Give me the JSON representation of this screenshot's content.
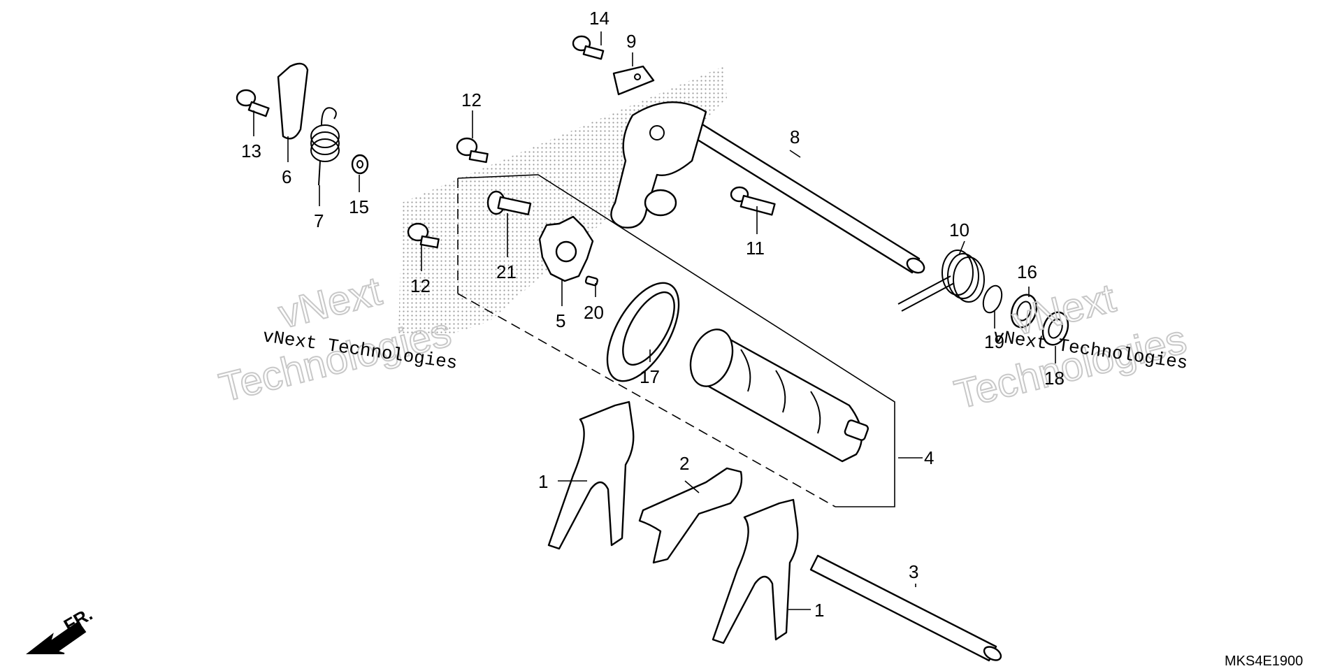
{
  "callouts": {
    "c1a": "1",
    "c1b": "1",
    "c2": "2",
    "c3": "3",
    "c4": "4",
    "c5": "5",
    "c6": "6",
    "c7": "7",
    "c8": "8",
    "c9": "9",
    "c10": "10",
    "c11": "11",
    "c12a": "12",
    "c12b": "12",
    "c13": "13",
    "c14": "14",
    "c15": "15",
    "c16": "16",
    "c17": "17",
    "c18": "18",
    "c19": "19",
    "c20": "20",
    "c21": "21"
  },
  "direction_label": "FR.",
  "diagram_code": "MKS4E1900",
  "watermark": {
    "line1": "vNext",
    "line2": "Technologies",
    "full": "vNext Technologies"
  },
  "colors": {
    "ink": "#000000",
    "watermark": "#c8c8c8",
    "stipple": "#9a9a9a"
  }
}
